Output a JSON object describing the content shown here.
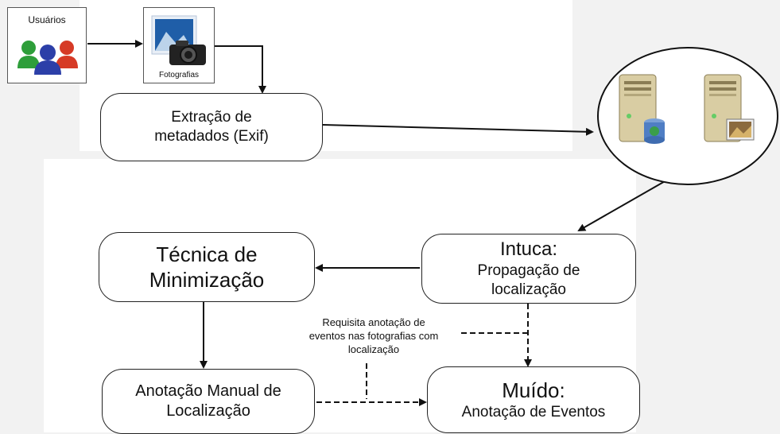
{
  "usuarios": {
    "label": "Usuários"
  },
  "fotografias": {
    "label": "Fotografias"
  },
  "extracao": {
    "line1": "Extração de",
    "line2": "metadados (Exif)"
  },
  "tecnica": {
    "line1": "Técnica de",
    "line2": "Minimização"
  },
  "intuca": {
    "title": "Intuca:",
    "line1": "Propagação de",
    "line2": "localização"
  },
  "anotacao_manual": {
    "line1": "Anotação Manual de",
    "line2": "Localização"
  },
  "muido": {
    "title": "Muído:",
    "line1": "Anotação de Eventos"
  },
  "requisita": {
    "line1": "Requisita anotação de",
    "line2": "eventos nas fotografias com",
    "line3": "localização"
  },
  "icons": [
    "users-icon",
    "photo-camera-icon",
    "database-server-icon",
    "image-server-icon"
  ],
  "colors": {
    "line": "#111111",
    "user_green": "#2e9e3a",
    "user_blue": "#2c3fa8",
    "user_red": "#d63a26",
    "server": "#d9cda3"
  }
}
